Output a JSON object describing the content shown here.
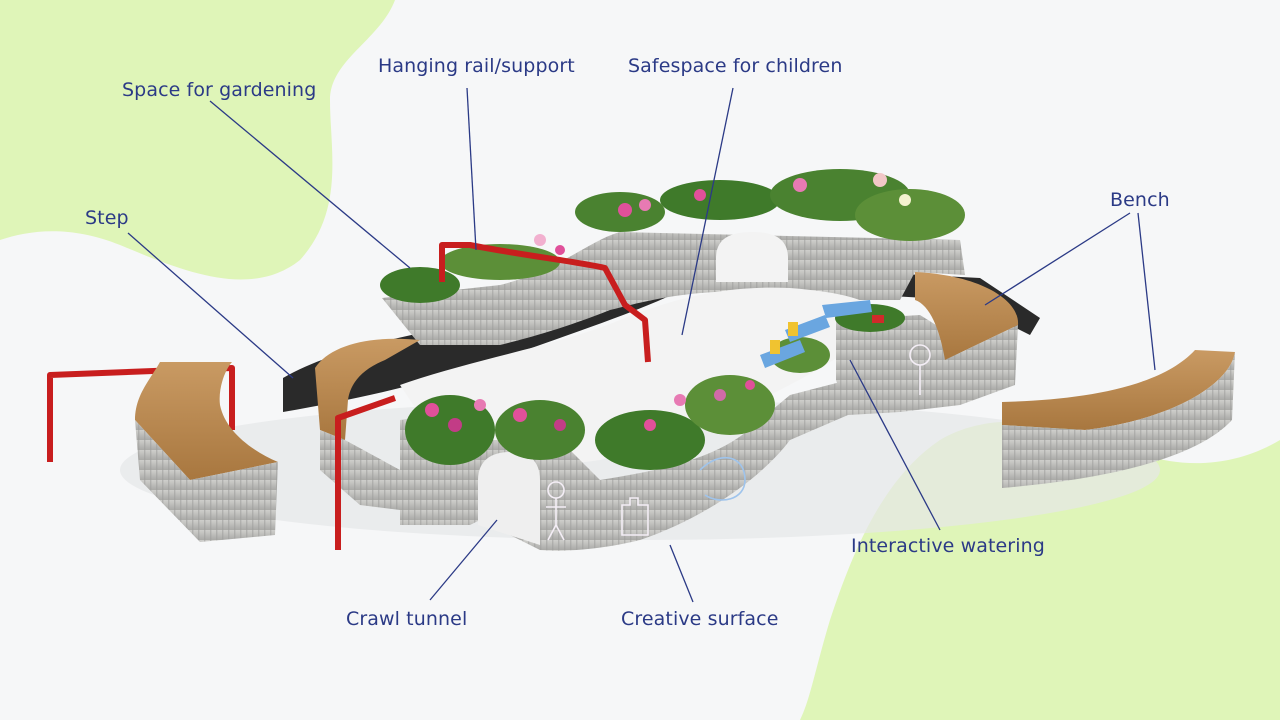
{
  "labels": {
    "space_for_gardening": "Space for gardening",
    "hanging_rail_support": "Hanging rail/support",
    "safespace_for_children": "Safespace for children",
    "step": "Step",
    "bench": "Bench",
    "interactive_watering": "Interactive watering",
    "crawl_tunnel": "Crawl tunnel",
    "creative_surface": "Creative surface"
  },
  "colors": {
    "label_text": "#2b3a86",
    "leader_line": "#2b3a86",
    "background_blob": "#dff5b8",
    "concrete": "#b9b9b6",
    "wood": "#b98a55",
    "rail": "#c81e1e",
    "step_black": "#2a2a2a",
    "flower_pink": "#e0509a",
    "foliage_green": "#3f7a2a",
    "watering_blue": "#6aa6e0"
  }
}
